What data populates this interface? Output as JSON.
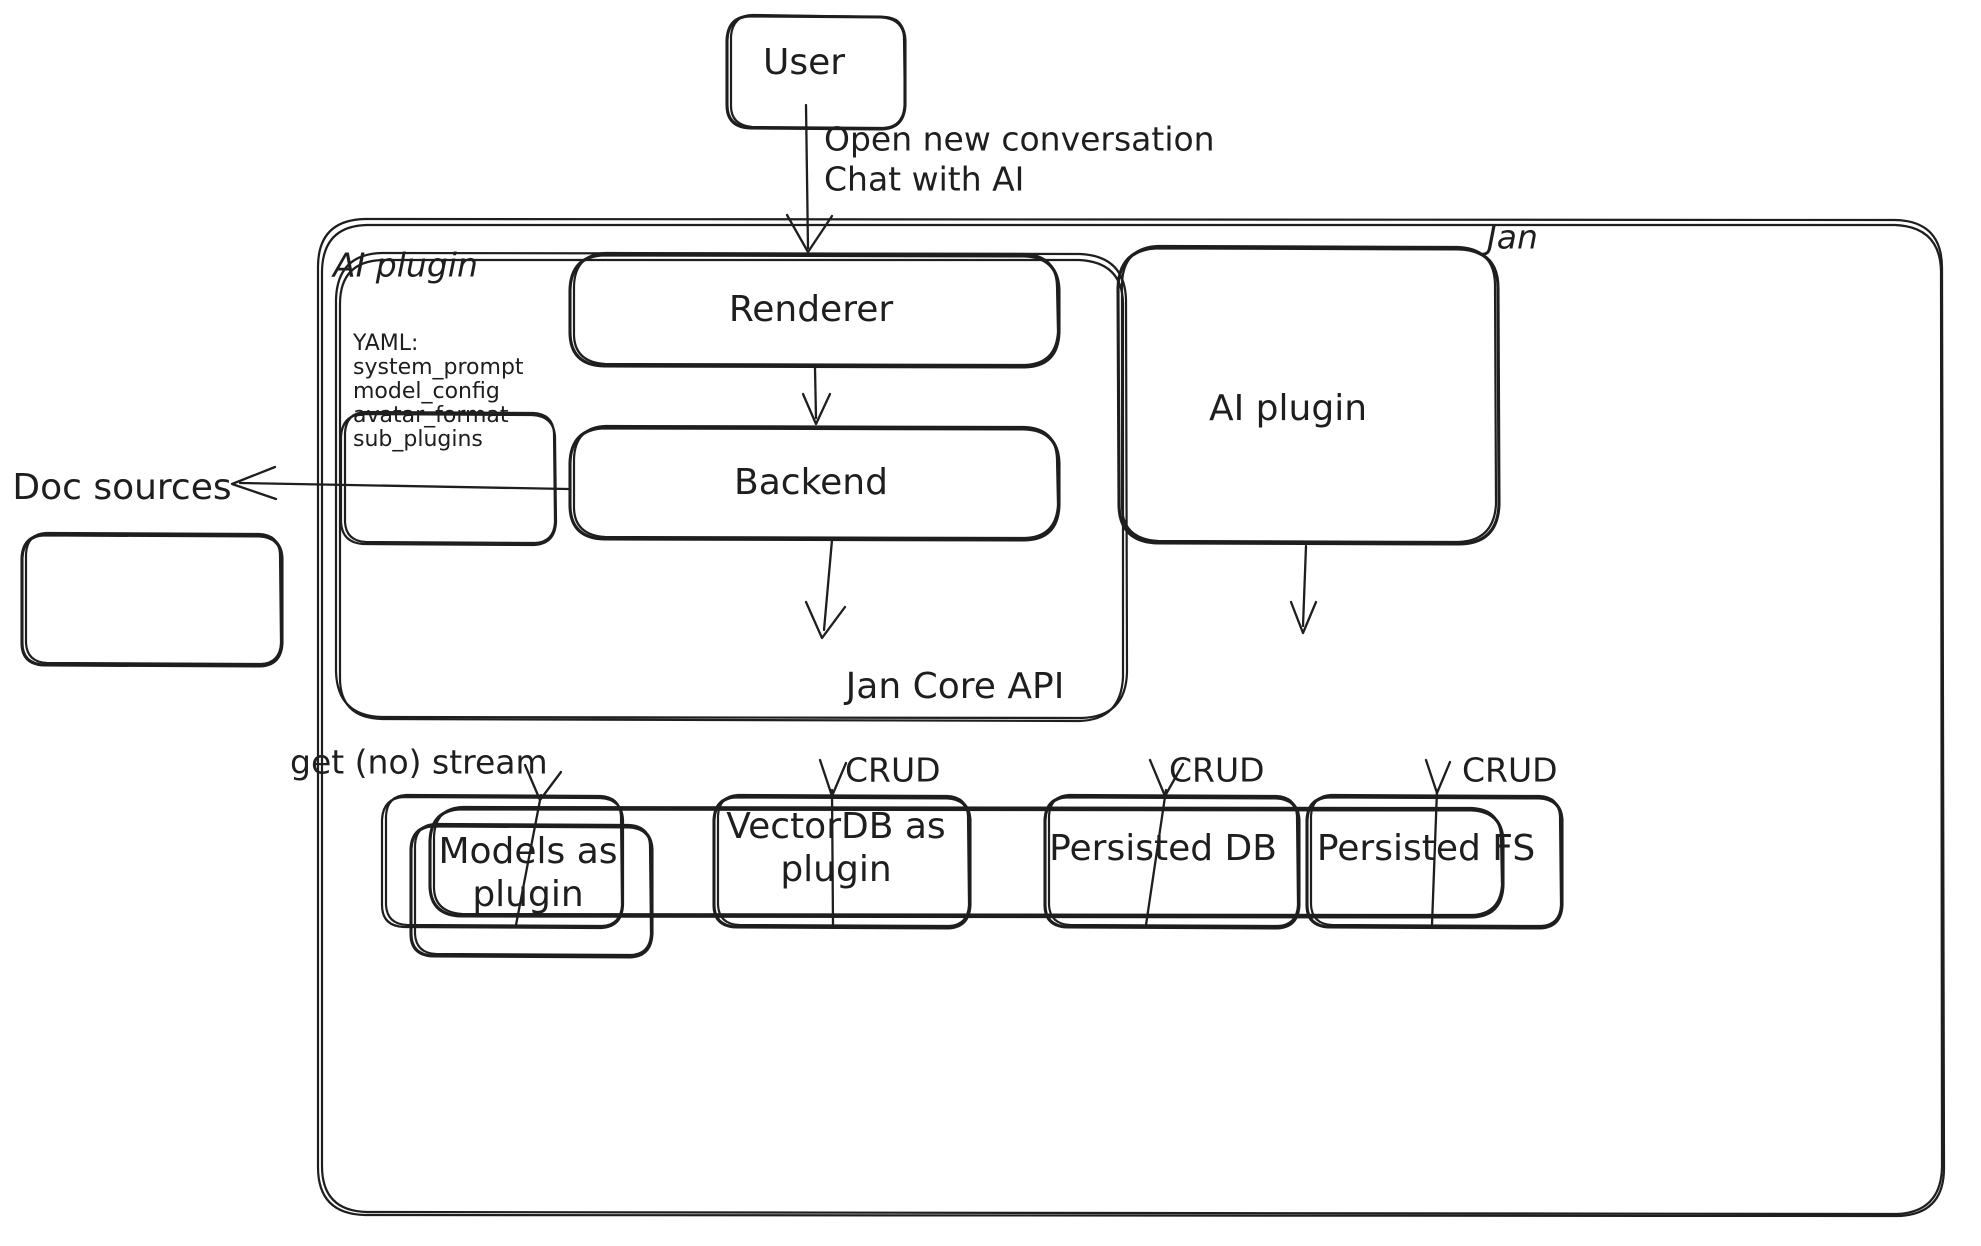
{
  "diagram": {
    "title_visible": false,
    "style": "hand-drawn",
    "stroke_color": "#1e1e1e",
    "background_color": "#ffffff",
    "containers": [
      {
        "id": "jan",
        "label": "Jan"
      },
      {
        "id": "ai-plugin-group",
        "label": "AI plugin"
      }
    ],
    "nodes": [
      {
        "id": "user",
        "label": "User"
      },
      {
        "id": "renderer",
        "label": "Renderer"
      },
      {
        "id": "backend",
        "label": "Backend"
      },
      {
        "id": "ai-plugin",
        "label": "AI plugin"
      },
      {
        "id": "doc-sources",
        "label": "Doc sources"
      },
      {
        "id": "jan-core-api",
        "label": "Jan Core API"
      },
      {
        "id": "models-as-plugin",
        "label_line1": "Models as",
        "label_line2": "plugin"
      },
      {
        "id": "vectordb-as-plugin",
        "label_line1": "VectorDB as",
        "label_line2": "plugin"
      },
      {
        "id": "persisted-db",
        "label": "Persisted DB"
      },
      {
        "id": "persisted-fs",
        "label": "Persisted FS"
      }
    ],
    "yaml_card": {
      "title": "YAML:",
      "keys": [
        "system_prompt",
        "model_config",
        "avatar_format",
        "sub_plugins"
      ]
    },
    "edge_labels": {
      "user_to_renderer_line1": "Open new conversation",
      "user_to_renderer_line2": "Chat with AI",
      "core_to_models": "get (no) stream",
      "core_to_vectordb": "CRUD",
      "core_to_persisted_db": "CRUD",
      "core_to_persisted_fs": "CRUD"
    }
  }
}
